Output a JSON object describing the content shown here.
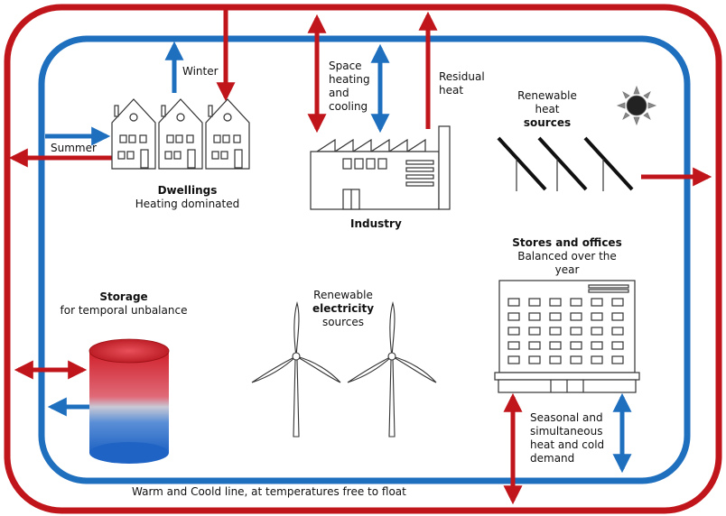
{
  "colors": {
    "warm": "#c0151b",
    "cold": "#1f6fbf",
    "line": "#333333"
  },
  "labels": {
    "winter": "Winter",
    "summer": "Summer",
    "dwellings_title": "Dwellings",
    "dwellings_sub": "Heating dominated",
    "space_heating": [
      "Space",
      "heating",
      "and",
      "cooling"
    ],
    "residual_heat": [
      "Residual",
      "heat"
    ],
    "industry": "Industry",
    "renewable_heat": [
      "Renewable",
      "heat"
    ],
    "renewable_heat_bold": "sources",
    "stores_title": "Stores and offices",
    "stores_sub": [
      "Balanced over the",
      "year"
    ],
    "storage_title": "Storage",
    "storage_sub": "for temporal unbalance",
    "renewable_elec": "Renewable",
    "renewable_elec_bold": "electricity",
    "renewable_elec_sub": "sources",
    "seasonal": [
      "Seasonal and",
      "simultaneous",
      "heat and cold",
      "demand"
    ],
    "bottom_line": "Warm and Coold line, at temperatures free to float"
  },
  "icons": [
    "sun-icon",
    "house-icon",
    "factory-icon",
    "solar-panel-icon",
    "office-building-icon",
    "storage-tank-icon",
    "wind-turbine-icon"
  ]
}
